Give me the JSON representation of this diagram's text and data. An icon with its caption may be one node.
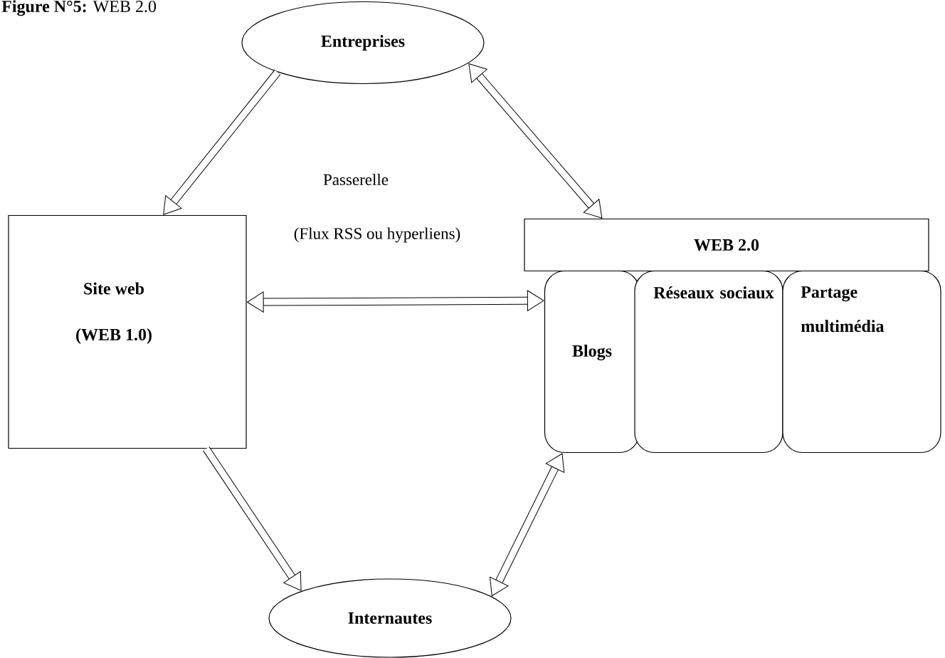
{
  "diagram": {
    "title": "**Figure N°5:** WEB 2.0",
    "nodes": [
      {
        "text": [
          "Entreprises"
        ]
      },
      {
        "text": [
          "Site web",
          "(WEB 1.0)"
        ]
      },
      {
        "text": [
          "WEB 2.0"
        ]
      },
      {
        "text": [
          "Blogs"
        ]
      },
      {
        "text": [
          "Réseaux sociaux"
        ]
      },
      {
        "text": [
          "Partage multimédia"
        ]
      },
      {
        "text": [
          "Internautes"
        ]
      }
    ],
    "edges": [
      {
        "from": 0,
        "to": 1,
        "arrow": "to"
      },
      {
        "from": 0,
        "to": 2,
        "arrow": "both"
      },
      {
        "from": 1,
        "to": 3,
        "arrow": "both"
      },
      {
        "from": 1,
        "to": 6,
        "arrow": "to"
      },
      {
        "from": 6,
        "to": 3,
        "arrow": "both"
      }
    ],
    "labels": [
      "Passerelle",
      "(Flux RSS ou hyperliens)"
    ]
  }
}
